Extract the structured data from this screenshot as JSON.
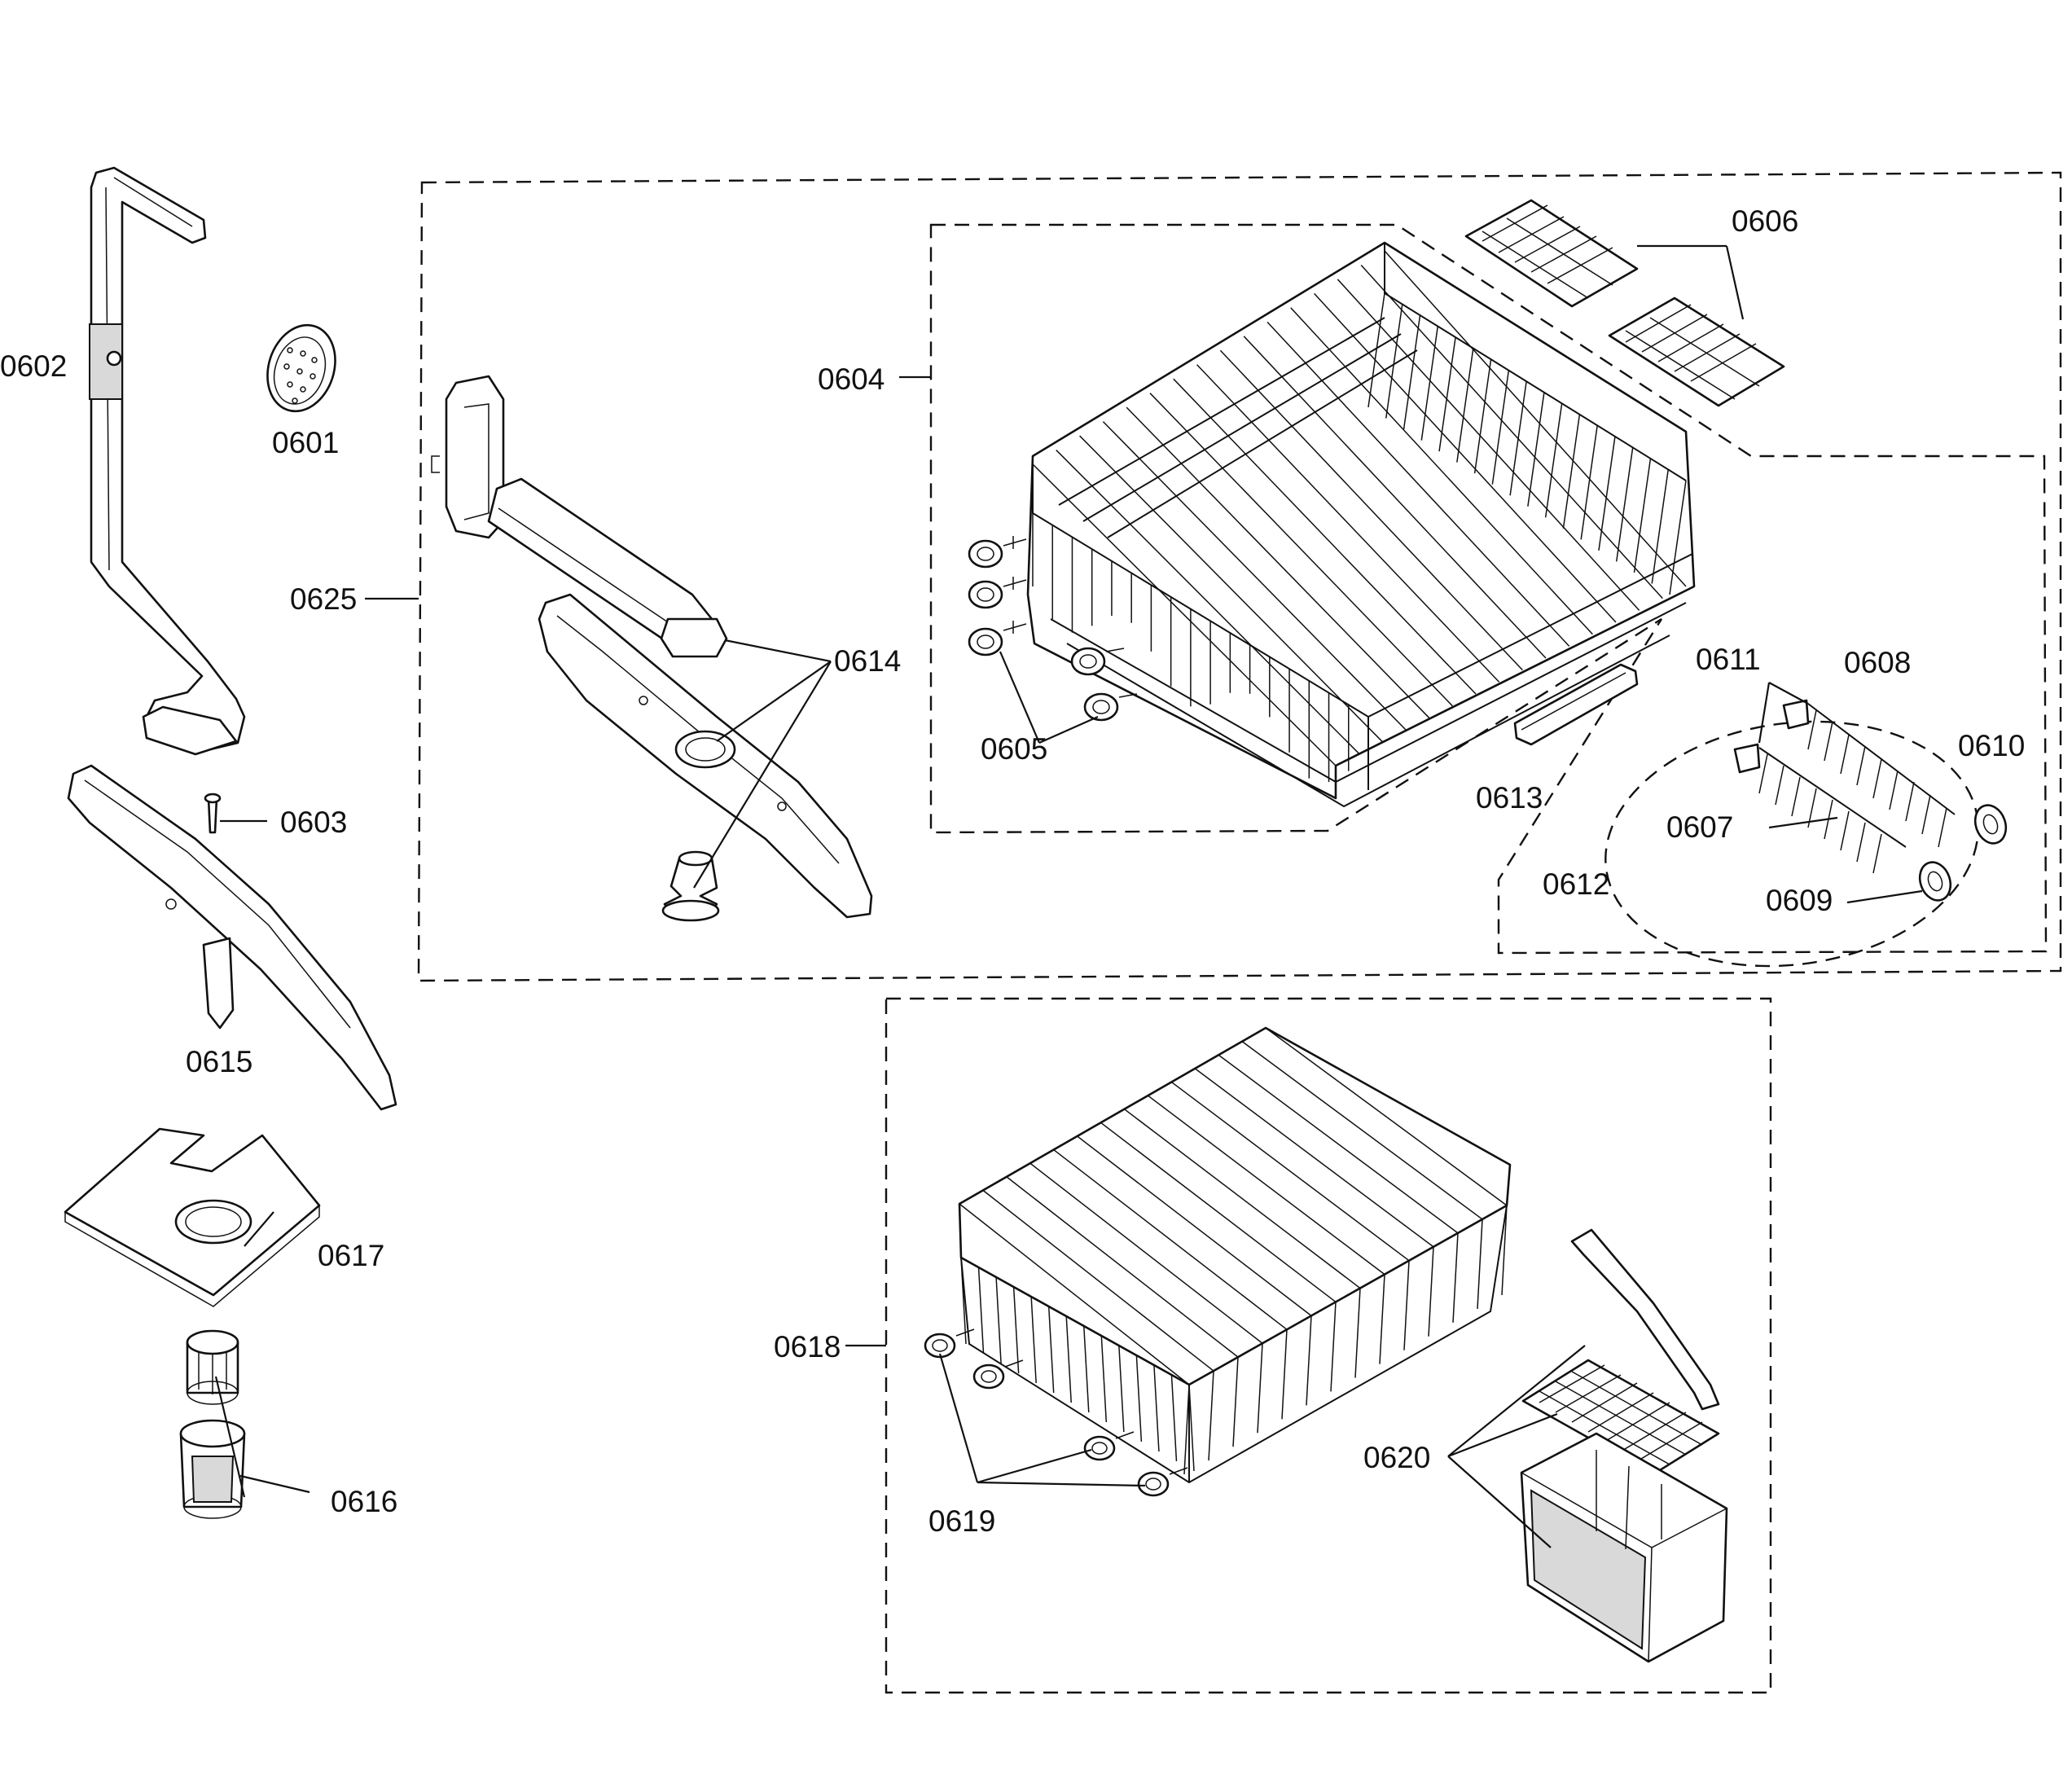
{
  "labels": {
    "p0601": "0601",
    "p0602": "0602",
    "p0603": "0603",
    "p0604": "0604",
    "p0605": "0605",
    "p0606": "0606",
    "p0607": "0607",
    "p0608": "0608",
    "p0609": "0609",
    "p0610": "0610",
    "p0611": "0611",
    "p0612": "0612",
    "p0613": "0613",
    "p0614": "0614",
    "p0615": "0615",
    "p0616": "0616",
    "p0617": "0617",
    "p0618": "0618",
    "p0619": "0619",
    "p0620": "0620",
    "p0625": "0625"
  }
}
